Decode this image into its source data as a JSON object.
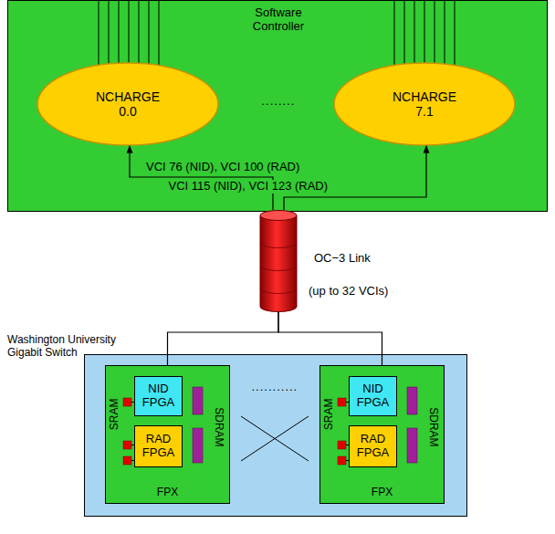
{
  "diagram": {
    "nodes": [
      {
        "text": [
          "Software Controller"
        ]
      },
      {
        "text": [
          "NCHARGE 0.0"
        ],
        "in": 0
      },
      {
        "text": [
          "NCHARGE 7.1"
        ],
        "in": 0
      },
      {
        "text": [
          "OC−3 Link",
          "(up to 32 VCIs)"
        ]
      },
      {
        "text": [
          "Washington University Gigabit Switch"
        ]
      },
      {
        "text": [
          "FPX"
        ],
        "in": 4
      },
      {
        "text": [
          "NID FPGA"
        ],
        "in": 5
      },
      {
        "text": [
          "RAD FPGA"
        ],
        "in": 5
      },
      {
        "text": [
          "FPX"
        ],
        "in": 4
      },
      {
        "text": [
          "NID FPGA"
        ],
        "in": 8
      },
      {
        "text": [
          "RAD FPGA"
        ],
        "in": 8
      }
    ],
    "edges": [
      {
        "from": 3,
        "to": 1,
        "arrow": "to",
        "label": "VCI 76 (NID), VCI 100 (RAD)"
      },
      {
        "from": 3,
        "to": 2,
        "arrow": "to",
        "label": "VCI 115 (NID), VCI 123 (RAD)"
      },
      {
        "from": 3,
        "to": 5,
        "arrow": "none"
      },
      {
        "from": 3,
        "to": 8,
        "arrow": "none"
      }
    ],
    "labels": [
      "........",
      "SRAM",
      "SDRAM",
      "...........",
      "SRAM",
      "SDRAM"
    ]
  }
}
